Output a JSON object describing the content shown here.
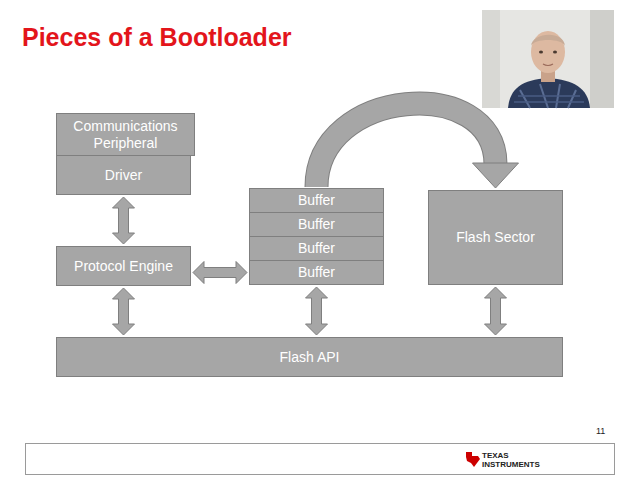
{
  "diagram": {
    "title": "Pieces of a Bootloader",
    "nodes": [
      {
        "text": [
          "Communications Peripheral"
        ]
      },
      {
        "text": [
          "Driver"
        ]
      },
      {
        "text": [
          "Protocol Engine"
        ]
      },
      {
        "text": [
          "Buffer"
        ]
      },
      {
        "text": [
          "Buffer"
        ]
      },
      {
        "text": [
          "Buffer"
        ]
      },
      {
        "text": [
          "Buffer"
        ]
      },
      {
        "text": [
          "Flash Sector"
        ]
      },
      {
        "text": [
          "Flash API"
        ]
      }
    ],
    "edges": [
      {
        "from": 1,
        "to": 2,
        "arrow": "both"
      },
      {
        "from": 2,
        "to": 6,
        "arrow": "both"
      },
      {
        "from": 3,
        "to": 7,
        "arrow": "to"
      },
      {
        "from": 2,
        "to": 8,
        "arrow": "both"
      },
      {
        "from": 6,
        "to": 8,
        "arrow": "both"
      },
      {
        "from": 7,
        "to": 8,
        "arrow": "both"
      }
    ],
    "labels": [
      "11",
      "TEXAS INSTRUMENTS"
    ]
  }
}
